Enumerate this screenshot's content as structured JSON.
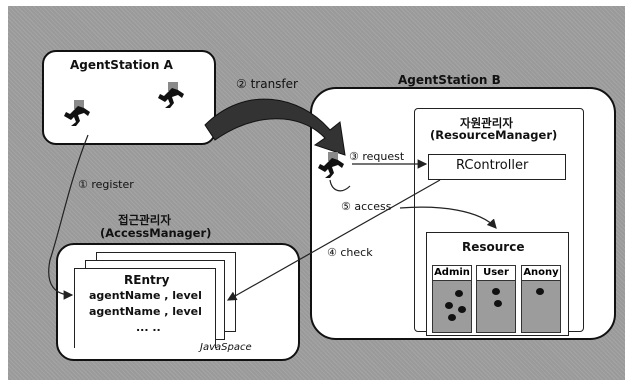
{
  "agent_station_a": {
    "title": "AgentStation  A"
  },
  "agent_station_b": {
    "title": "AgentStation  B"
  },
  "transfer_label": "② transfer",
  "register_label": "① register",
  "request_label": "③ request",
  "access_label": "⑤ access",
  "check_label": "④ check",
  "access_manager": {
    "title_kr": "접근관리자",
    "title_en": "(AccessManager)"
  },
  "resource_manager": {
    "title_kr": "자원관리자",
    "title_en": "(ResourceManager)"
  },
  "rcontroller": "RController",
  "resource": {
    "title": "Resource",
    "columns": [
      "Admin",
      "User",
      "Anony"
    ]
  },
  "rentry": {
    "title": "REntry",
    "rows": [
      "agentName , level",
      "agentName , level",
      "... .."
    ]
  },
  "javaspace": "JavaSpace",
  "colors": {
    "background": "#9a9a9a",
    "column_fill": "#9c9c9c",
    "arrow": "#333333"
  }
}
